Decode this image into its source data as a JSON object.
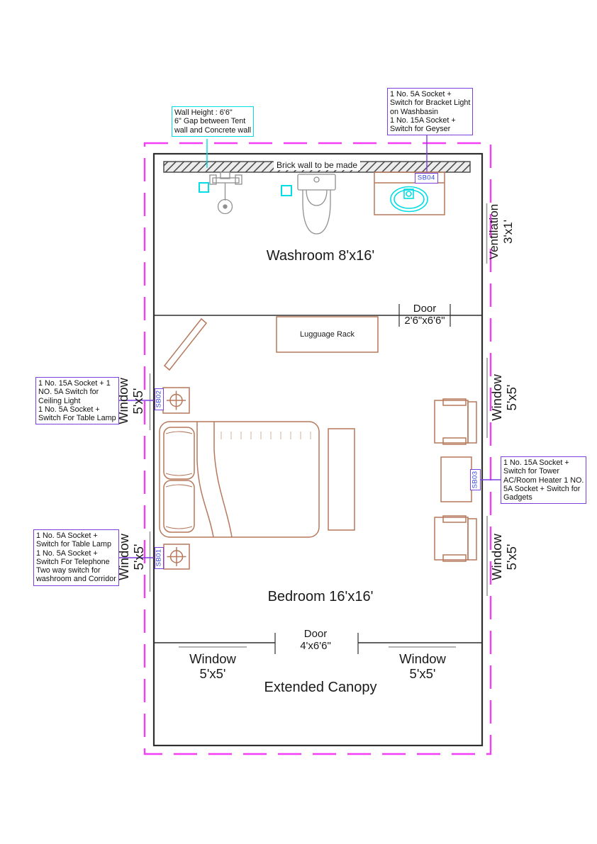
{
  "colors": {
    "boundary_magenta": "#f53ef5",
    "annotation_purple": "#7d3fe0",
    "note_cyan": "#00dde6",
    "furniture_brown": "#b5795c",
    "switch_label_blue": "#3347dd",
    "wall_dark": "#2f2f2f"
  },
  "rooms": {
    "washroom": "Washroom 8'x16'",
    "bedroom": "Bedroom 16'x16'",
    "extended_canopy": "Extended Canopy"
  },
  "walls": {
    "brick_note": "Brick wall to be made"
  },
  "fixtures": {
    "luggage_rack": "Lugguage Rack"
  },
  "ventilation": {
    "line1": "Ventilation",
    "line2": "3'x1'"
  },
  "doors": {
    "washroom": {
      "line1": "Door",
      "line2": "2'6\"x6'6\""
    },
    "main": {
      "line1": "Door",
      "line2": "4'x6'6\""
    }
  },
  "window": {
    "line1": "Window",
    "line2": "5'x5'"
  },
  "switch_boxes": {
    "sb01": "SB01",
    "sb02": "SB02",
    "sb03": "SB03",
    "sb04": "SB04"
  },
  "annotations": {
    "wall_height": {
      "lines": [
        "Wall Height : 6'6\"",
        "6\" Gap between Tent",
        "wall and Concrete wall"
      ]
    },
    "washbasin": {
      "lines": [
        "1 No. 5A Socket +",
        "Switch for Bracket Light",
        "on Washbasin",
        "1 No. 15A Socket +",
        "Switch for Geyser"
      ]
    },
    "ceiling_light": {
      "lines": [
        "1 No. 15A Socket + 1",
        "NO. 5A Switch for",
        "Ceiling Light",
        "1 No. 5A Socket +",
        "Switch For Table Lamp"
      ]
    },
    "telephone": {
      "lines": [
        "1 No. 5A Socket +",
        "Switch for Table Lamp",
        "1 No. 5A Socket +",
        "Switch For Telephone",
        "Two way switch for",
        "washroom and Corridor"
      ]
    },
    "tower_ac": {
      "lines": [
        "1 No. 15A Socket +",
        "Switch for Tower",
        "AC/Room Heater 1 NO.",
        "5A Socket + Switch for",
        "Gadgets"
      ]
    }
  }
}
